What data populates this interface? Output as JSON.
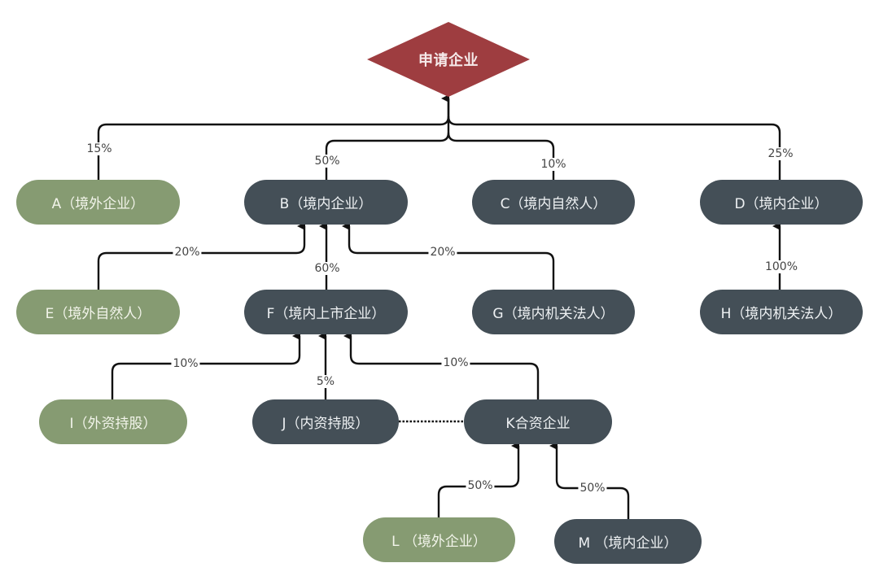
{
  "root": {
    "label": "申请企业",
    "color": "#9e3d40"
  },
  "colors": {
    "foreign": "#869b72",
    "domestic": "#444f57",
    "line": "#111111"
  },
  "nodes": {
    "A": {
      "label": "A（境外企业）",
      "type": "foreign"
    },
    "B": {
      "label": "B（境内企业）",
      "type": "domestic"
    },
    "C": {
      "label": "C（境内自然人）",
      "type": "domestic"
    },
    "D": {
      "label": "D（境内企业）",
      "type": "domestic"
    },
    "E": {
      "label": "E（境外自然人）",
      "type": "foreign"
    },
    "F": {
      "label": "F（境内上市企业）",
      "type": "domestic"
    },
    "G": {
      "label": "G（境内机关法人）",
      "type": "domestic"
    },
    "H": {
      "label": "H（境内机关法人）",
      "type": "domestic"
    },
    "I": {
      "label": "I（外资持股）",
      "type": "foreign"
    },
    "J": {
      "label": "J（内资持股）",
      "type": "domestic"
    },
    "K": {
      "label": "K合资企业",
      "type": "domestic"
    },
    "L": {
      "label": "L （境外企业）",
      "type": "foreign"
    },
    "M": {
      "label": "M （境内企业）",
      "type": "domestic"
    }
  },
  "edges": [
    {
      "from": "A",
      "to": "申请企业",
      "share": "15%"
    },
    {
      "from": "B",
      "to": "申请企业",
      "share": "50%"
    },
    {
      "from": "C",
      "to": "申请企业",
      "share": "10%"
    },
    {
      "from": "D",
      "to": "申请企业",
      "share": "25%"
    },
    {
      "from": "E",
      "to": "B",
      "share": "20%"
    },
    {
      "from": "F",
      "to": "B",
      "share": "60%"
    },
    {
      "from": "G",
      "to": "B",
      "share": "20%"
    },
    {
      "from": "H",
      "to": "D",
      "share": "100%"
    },
    {
      "from": "I",
      "to": "F",
      "share": "10%"
    },
    {
      "from": "J",
      "to": "F",
      "share": "5%"
    },
    {
      "from": "K",
      "to": "F",
      "share": "10%"
    },
    {
      "from": "L",
      "to": "K",
      "share": "50%"
    },
    {
      "from": "M",
      "to": "K",
      "share": "50%"
    },
    {
      "from": "J",
      "to": "K",
      "share": "",
      "style": "dotted"
    }
  ],
  "labels": {
    "a_root": "15%",
    "b_root": "50%",
    "c_root": "10%",
    "d_root": "25%",
    "e_b": "20%",
    "f_b": "60%",
    "g_b": "20%",
    "h_d": "100%",
    "i_f": "10%",
    "j_f": "5%",
    "k_f": "10%",
    "l_k": "50%",
    "m_k": "50%"
  }
}
